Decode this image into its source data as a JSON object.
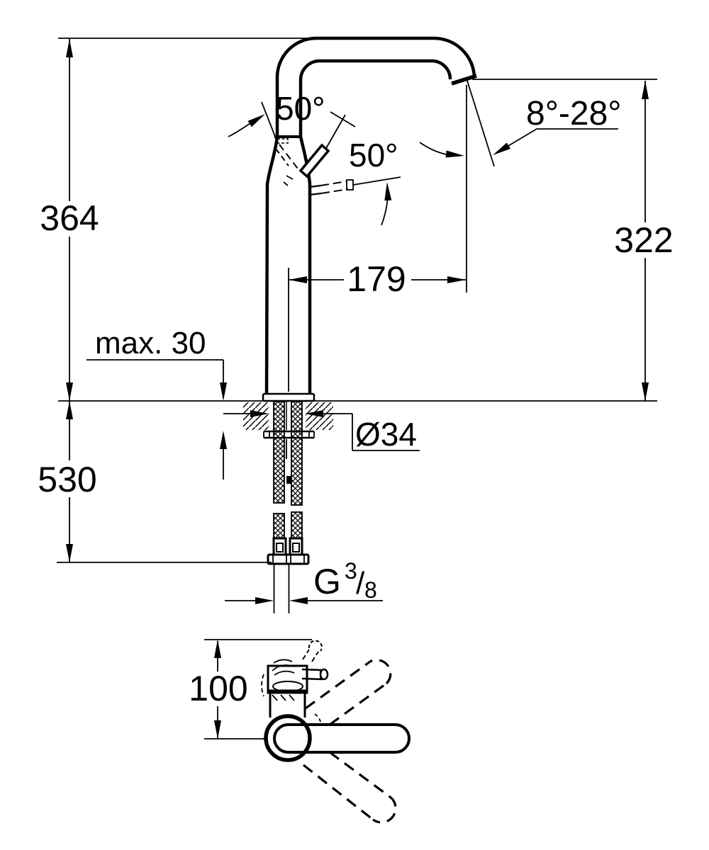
{
  "drawing": {
    "type": "technical-dimension-drawing",
    "subject": "single-lever high-spout basin mixer faucet, side elevation and plan view",
    "units": "mm (implied)",
    "labels": {
      "overall_height": "364",
      "spout_outlet_height": "322",
      "spout_reach": "179",
      "max_deck_thickness": "max. 30",
      "hose_length_below_deck": "530",
      "hole_diameter": "Ø34",
      "handle_open_angle": "50°",
      "handle_swivel_angle": "50°",
      "outlet_angle_range": "8°-28°",
      "plan_clearance": "100",
      "thread_g": "G",
      "thread_numerator": "3",
      "thread_slash": "/",
      "thread_denominator": "8"
    },
    "colors": {
      "line": "#000000",
      "background": "#ffffff"
    }
  }
}
